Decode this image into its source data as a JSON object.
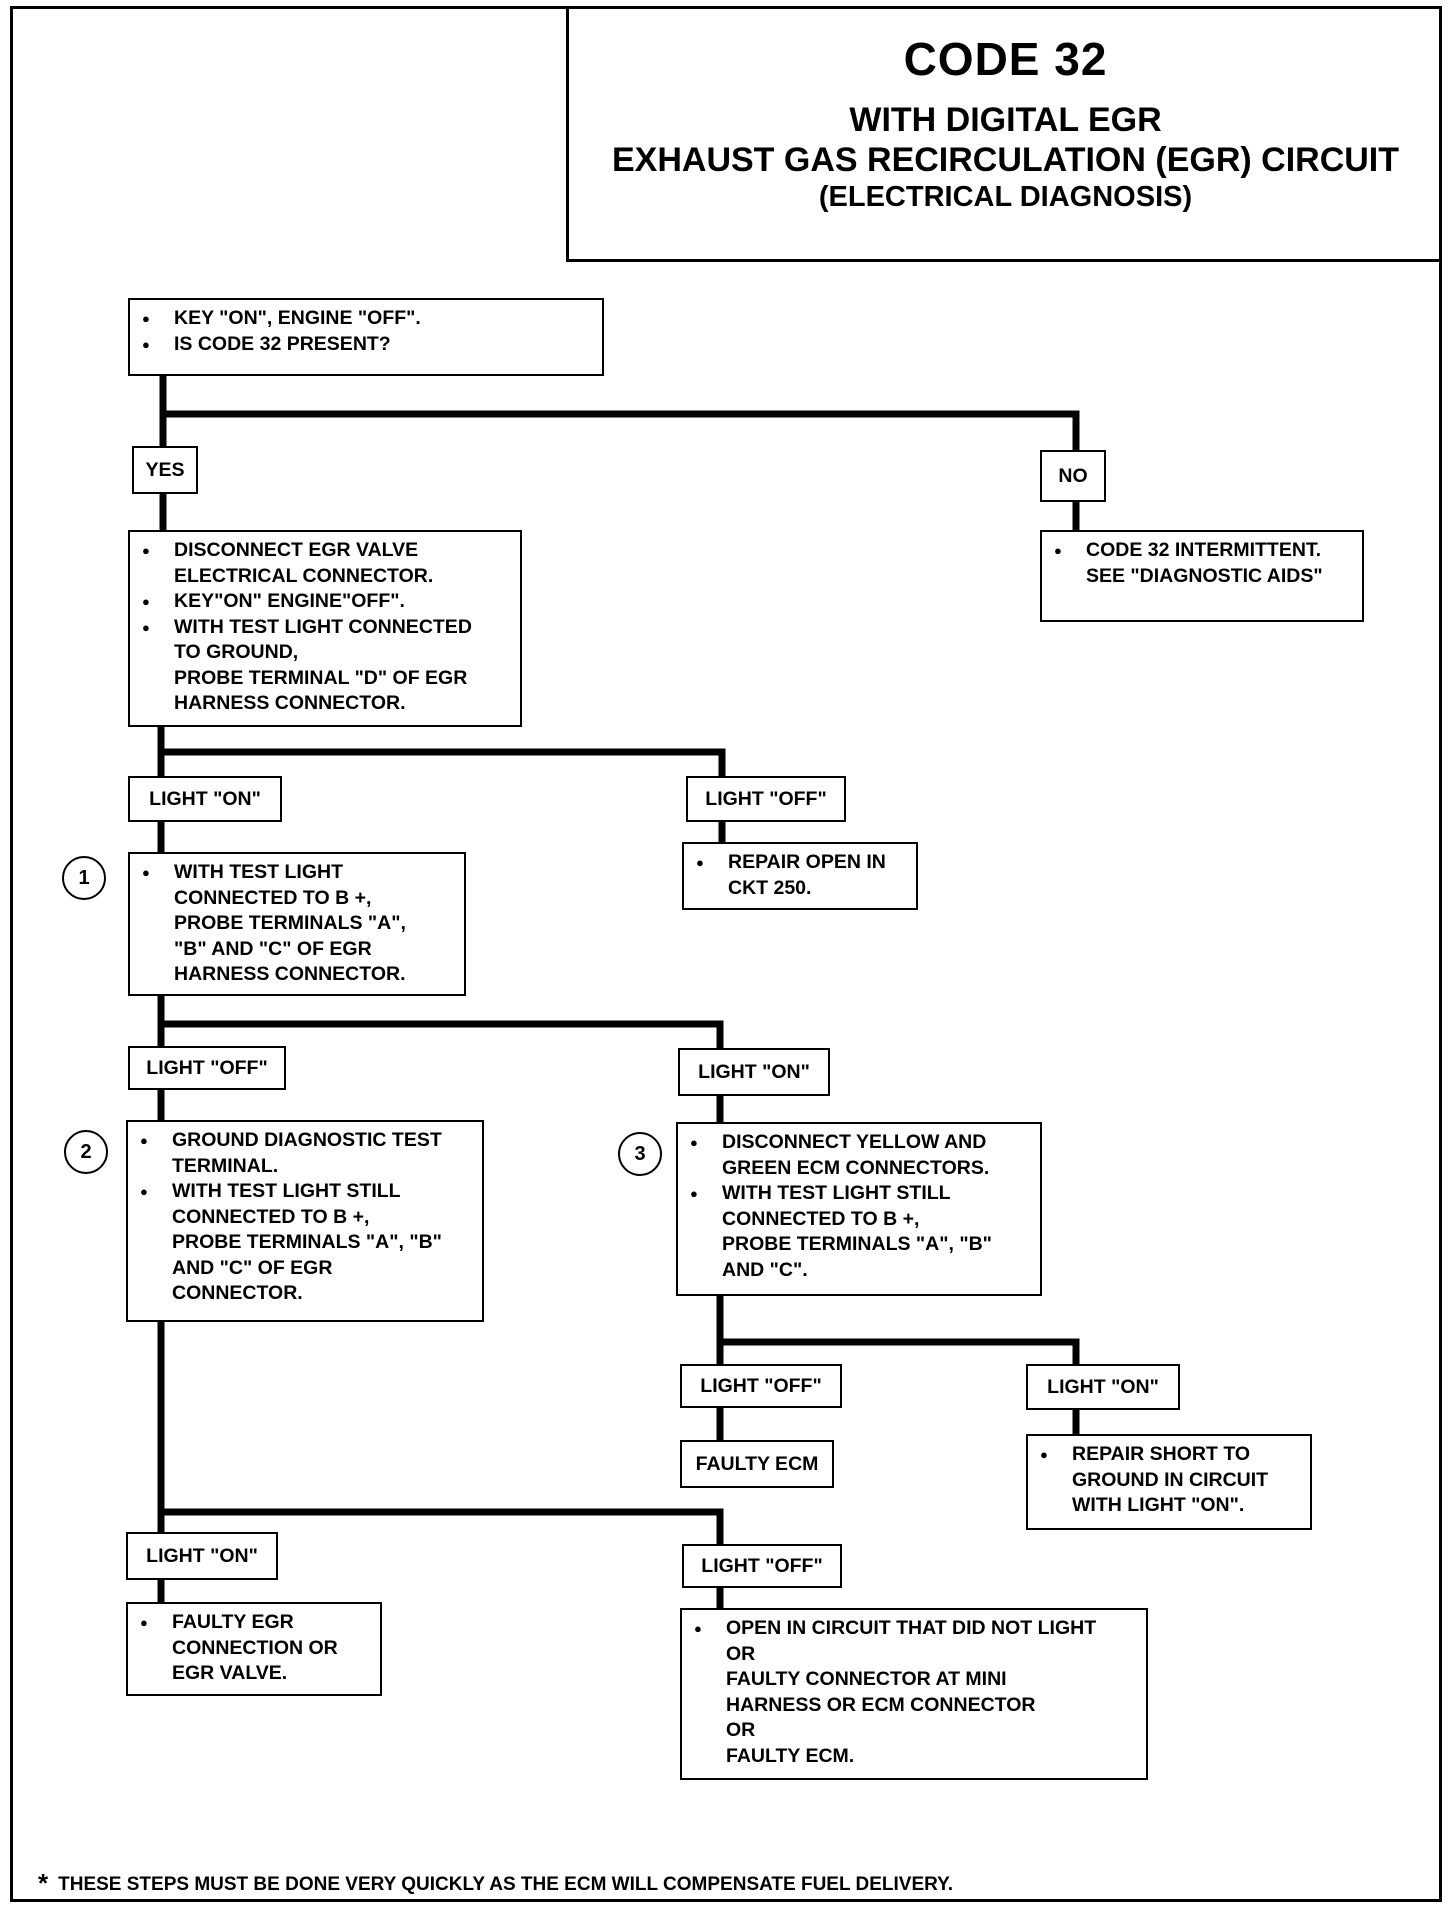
{
  "title": {
    "main": "CODE 32",
    "line1": "WITH DIGITAL EGR",
    "line2": "EXHAUST GAS RECIRCULATION (EGR) CIRCUIT",
    "line3": "(ELECTRICAL DIAGNOSIS)"
  },
  "start": {
    "items": [
      "KEY \"ON\", ENGINE \"OFF\".",
      "IS CODE 32 PRESENT?"
    ]
  },
  "yes_label": "YES",
  "no_label": "NO",
  "no_result": {
    "items": [
      "CODE 32 INTERMITTENT.\nSEE \"DIAGNOSTIC AIDS\""
    ]
  },
  "yes_step": {
    "items": [
      "DISCONNECT EGR VALVE\nELECTRICAL CONNECTOR.",
      "KEY\"ON\" ENGINE\"OFF\".",
      "WITH TEST LIGHT CONNECTED\nTO GROUND,\nPROBE TERMINAL \"D\" OF EGR\nHARNESS CONNECTOR."
    ]
  },
  "branch1": {
    "light_on": "LIGHT \"ON\"",
    "light_off": "LIGHT \"OFF\"",
    "off_result": "REPAIR OPEN IN\nCKT 250."
  },
  "step1": {
    "number": "1",
    "items": [
      "WITH TEST LIGHT\nCONNECTED TO B +,\nPROBE TERMINALS \"A\",\n\"B\" AND \"C\" OF EGR\nHARNESS CONNECTOR."
    ]
  },
  "branch2": {
    "light_off": "LIGHT \"OFF\"",
    "light_on": "LIGHT \"ON\""
  },
  "step2": {
    "number": "2",
    "items": [
      "GROUND DIAGNOSTIC TEST\nTERMINAL.",
      "WITH TEST LIGHT STILL\nCONNECTED TO B +,\nPROBE TERMINALS \"A\", \"B\"\nAND \"C\" OF EGR\nCONNECTOR."
    ]
  },
  "step3": {
    "number": "3",
    "items": [
      "DISCONNECT YELLOW AND\nGREEN ECM CONNECTORS.",
      "WITH TEST LIGHT STILL\nCONNECTED TO B +,\nPROBE TERMINALS \"A\", \"B\"\nAND \"C\"."
    ]
  },
  "branch3": {
    "light_off": "LIGHT \"OFF\"",
    "light_on": "LIGHT \"ON\"",
    "off_result": "FAULTY ECM",
    "on_result": "REPAIR SHORT TO\nGROUND IN CIRCUIT\nWITH LIGHT \"ON\"."
  },
  "branch4": {
    "light_on": "LIGHT \"ON\"",
    "light_off": "LIGHT \"OFF\"",
    "on_result": "FAULTY EGR\nCONNECTION OR\nEGR  VALVE.",
    "off_result": "OPEN IN CIRCUIT THAT DID NOT LIGHT\nOR\nFAULTY CONNECTOR AT MINI\nHARNESS OR ECM CONNECTOR\nOR\nFAULTY ECM."
  },
  "footnote": {
    "star": "*",
    "text": "THESE STEPS MUST BE DONE  VERY QUICKLY AS THE ECM WILL COMPENSATE FUEL DELIVERY."
  }
}
